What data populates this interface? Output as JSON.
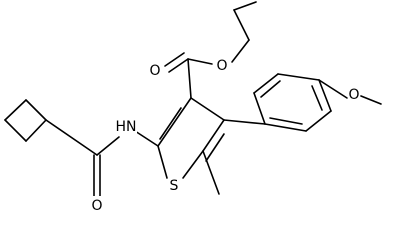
{
  "atoms": {
    "nh": "HN",
    "o_amide": "O",
    "s_ring": "S",
    "o_carbonyl": "O",
    "o_ester": "O",
    "o_methoxy": "O"
  }
}
